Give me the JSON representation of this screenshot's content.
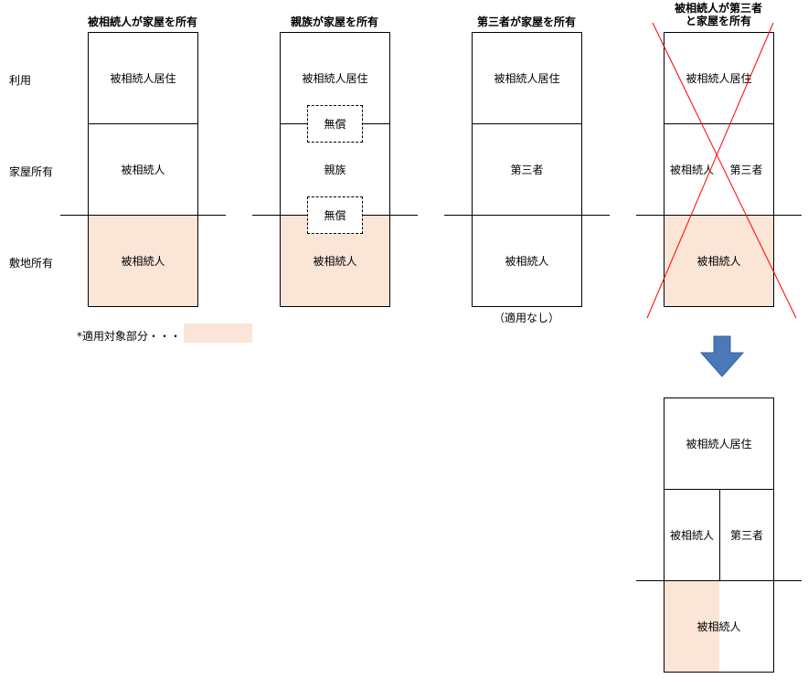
{
  "row_labels": {
    "use": "利用",
    "house": "家屋所有",
    "land": "敷地所有"
  },
  "columns": [
    {
      "title": "被相続人が家屋を所有",
      "use": "被相続人居住",
      "house": "被相続人",
      "land": "被相続人"
    },
    {
      "title": "親族が家屋を所有",
      "use": "被相続人居住",
      "house": "親族",
      "land": "被相続人",
      "rent1": "無償",
      "rent2": "無償"
    },
    {
      "title": "第三者が家屋を所有",
      "use": "被相続人居住",
      "house": "第三者",
      "land": "被相続人",
      "note": "（適用なし）"
    },
    {
      "title_line1": "被相続人が第三者",
      "title_line2": "と家屋を所有",
      "use": "被相続人居住",
      "house_left": "被相続人",
      "house_right": "第三者",
      "land": "被相続人"
    }
  ],
  "result": {
    "use": "被相続人居住",
    "house_left": "被相続人",
    "house_right": "第三者",
    "land": "被相続人"
  },
  "legend": {
    "label": "*適用対象部分・・・",
    "color": "#fbe5d6"
  },
  "colors": {
    "applicable": "#fbe5d6",
    "cross": "#ff0000",
    "arrow": "#4a78b8"
  }
}
